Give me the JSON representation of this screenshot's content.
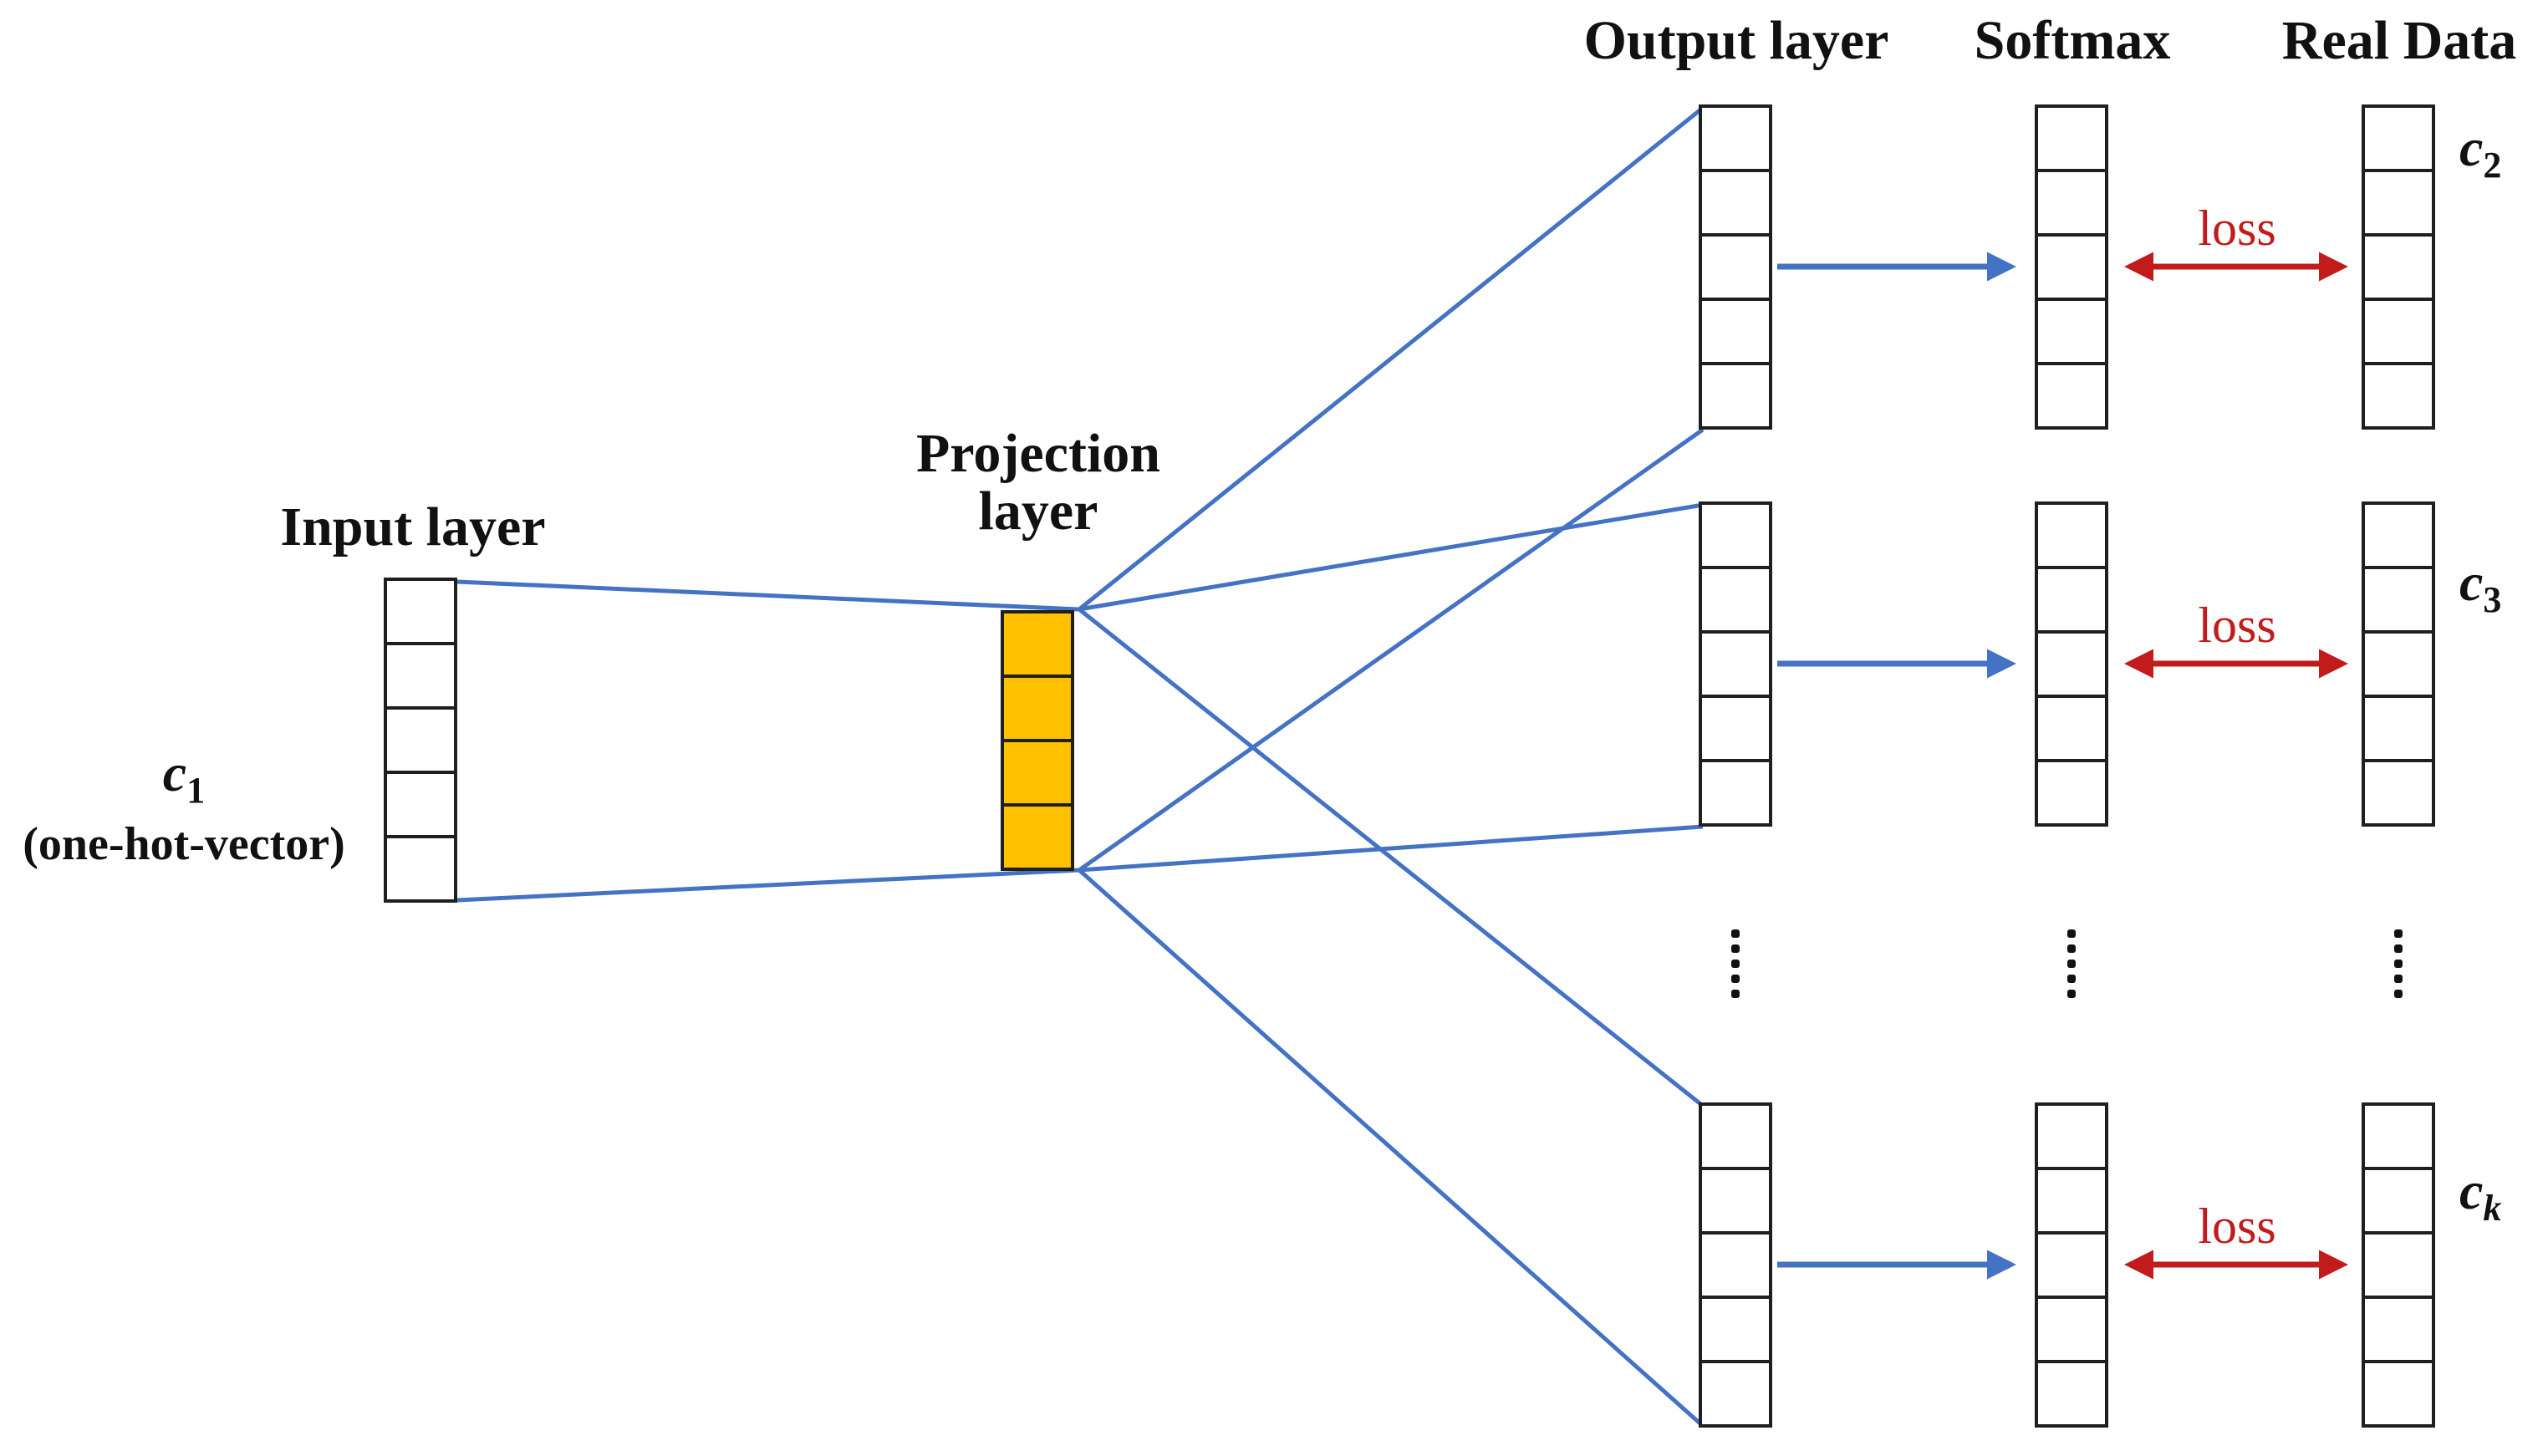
{
  "diagram": {
    "headers": {
      "output": "Output layer",
      "softmax": "Softmax",
      "real": "Real Data"
    },
    "input_heading": "Input layer",
    "projection_heading_line1": "Projection",
    "projection_heading_line2": "layer",
    "input_vector": {
      "symbol": "c",
      "subscript": "1",
      "note": "(one-hot-vector)"
    },
    "columns": {
      "input": {
        "cells": 5
      },
      "projection": {
        "cells": 4
      },
      "output": {
        "cells": 5
      },
      "softmax": {
        "cells": 5
      },
      "real": {
        "cells": 5
      }
    },
    "rows": [
      {
        "symbol": "c",
        "subscript": "2",
        "loss": "loss"
      },
      {
        "symbol": "c",
        "subscript": "3",
        "loss": "loss"
      },
      {
        "symbol": "c",
        "subscript": "k",
        "loss": "loss"
      }
    ],
    "ellipsis": {
      "columns": 3,
      "dots_per_column": 5
    },
    "colors": {
      "line_blue": "#4472C4",
      "loss_red": "#C11B1B",
      "projection_fill": "#FFC000",
      "cell_border": "#1F1F1F",
      "text": "#111111"
    }
  }
}
